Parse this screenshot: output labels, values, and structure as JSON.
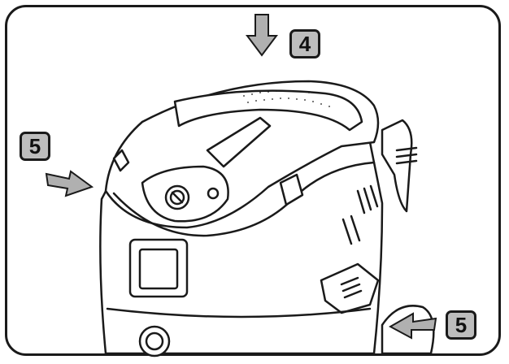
{
  "figure": {
    "callouts": [
      {
        "id": "top",
        "label": "4"
      },
      {
        "id": "left",
        "label": "5"
      },
      {
        "id": "right",
        "label": "5"
      }
    ],
    "colors": {
      "outline": "#1a1a1a",
      "callout_fill": "#bdbdbd",
      "arrow_fill": "#b0b0b0"
    }
  }
}
